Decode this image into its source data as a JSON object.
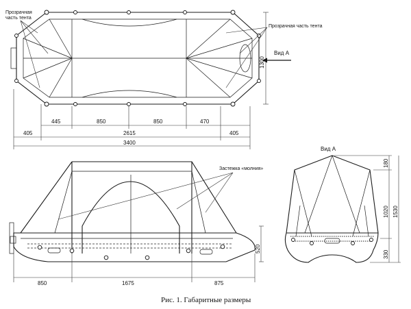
{
  "labels": {
    "transparent_left_1": "Прозрачная",
    "transparent_left_2": "часть тента",
    "transparent_right": "Прозрачная часть тента",
    "view_a_arrow": "Вид А",
    "view_a_title": "Вид А",
    "zipper": "Застежка «молния»"
  },
  "dims_top": {
    "d445": "445",
    "d850a": "850",
    "d850b": "850",
    "d470": "470",
    "d405a": "405",
    "d2615": "2615",
    "d405b": "405",
    "d3400": "3400",
    "d1300": "1300"
  },
  "dims_side": {
    "d850": "850",
    "d1675": "1675",
    "d875": "875",
    "d520": "520"
  },
  "dims_front": {
    "d180": "180",
    "d1020": "1020",
    "d1530": "1530",
    "d330": "330"
  },
  "caption": "Рис. 1. Габаритные размеры"
}
